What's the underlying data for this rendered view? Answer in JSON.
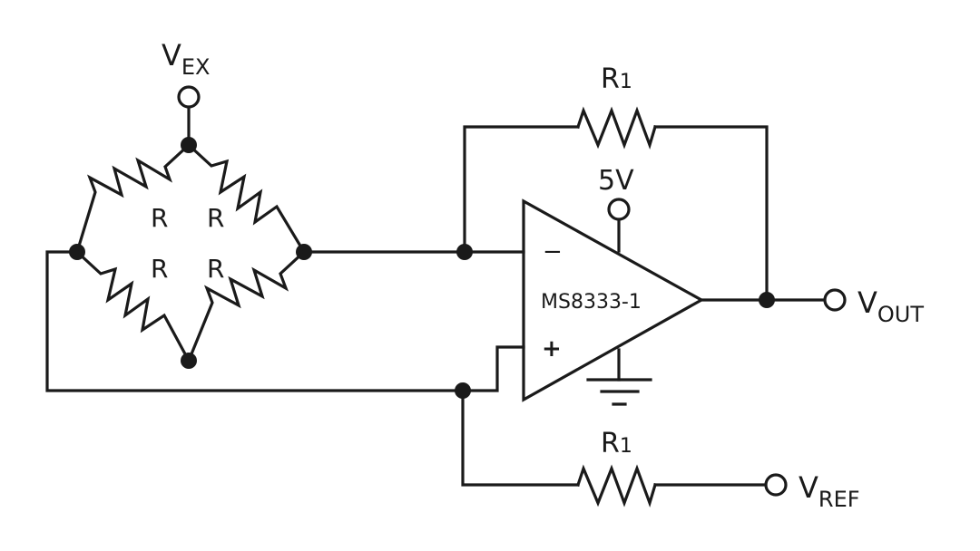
{
  "diagram": {
    "title": "Bridge amplifier circuit",
    "colors": {
      "line": "#1a1a1a",
      "background": "#ffffff"
    },
    "terminals": {
      "vex": {
        "main": "V",
        "sub": "EX"
      },
      "vout": {
        "main": "V",
        "sub": "OUT"
      },
      "vref": {
        "main": "V",
        "sub": "REF"
      },
      "supply": "5V"
    },
    "bridge": {
      "resistors": [
        {
          "label": "R"
        },
        {
          "label": "R"
        },
        {
          "label": "R"
        },
        {
          "label": "R"
        }
      ]
    },
    "opamp": {
      "part": "MS8333-1",
      "inverting": "−",
      "noninverting": "+"
    },
    "feedback_resistor": {
      "main": "R",
      "sub": "1"
    },
    "reference_resistor": {
      "main": "R",
      "sub": "1"
    }
  }
}
